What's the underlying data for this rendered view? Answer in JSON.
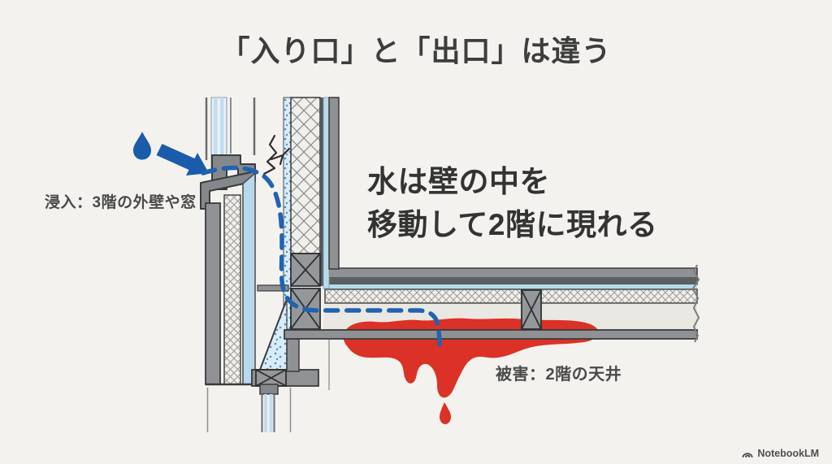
{
  "title": "「入り口」と「出口」は違う",
  "annotations": {
    "inlet_label": "浸入：3階の外壁や窓",
    "explanation_line1": "水は壁の中を",
    "explanation_line2": "移動して2階に現れる",
    "damage_label": "被害：2階の天井"
  },
  "branding": {
    "logo_text": "NotebookLM",
    "logo_icon": "notebooklm-arc-icon"
  },
  "diagram": {
    "type": "building-wall-cross-section",
    "subject": "water intrusion path from 3rd-floor window sill to 2nd-floor ceiling",
    "icons": {
      "water_drop": "water-drop-icon",
      "flow_arrow": "flow-arrow-icon",
      "crack": "wall-crack",
      "water_path": "water-path-dashed-line",
      "leak": "leak-stain"
    },
    "colors": {
      "background": "#f4f2ee",
      "accent_blue": "#1a5caa",
      "dashed_path_blue": "#2063b0",
      "light_blue_panel": "#b8d8ed",
      "cyan_membrane": "#b5dcea",
      "speckle_fill": "#d9ecf7",
      "leak_red": "#dc3126",
      "structure_gray": "#8f9194",
      "structure_dark_gray": "#5d6063",
      "outline_dark": "#3b3b3b",
      "text_dark": "#3d3d3d"
    }
  }
}
